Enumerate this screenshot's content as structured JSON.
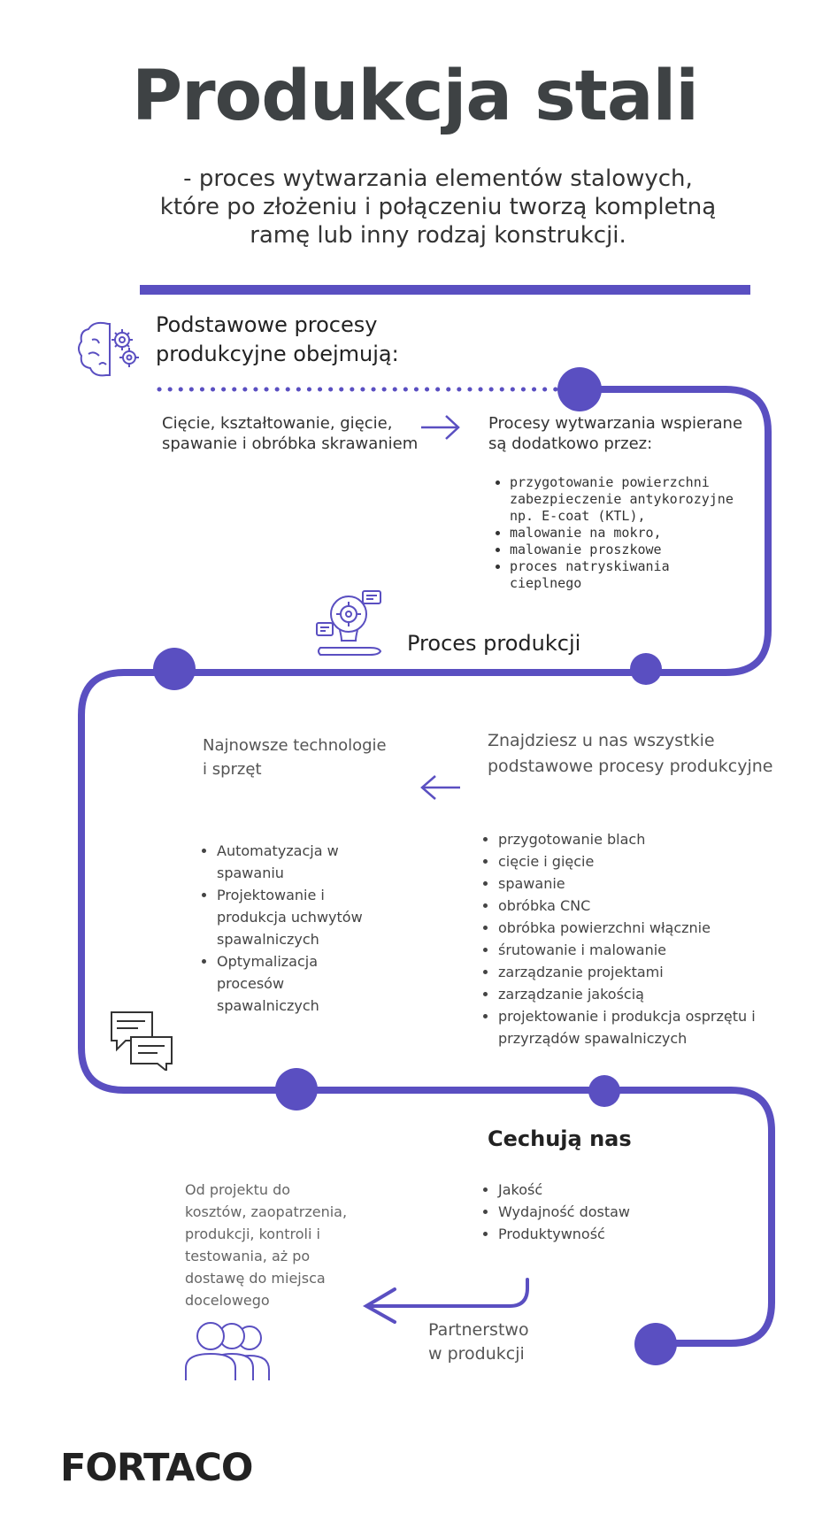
{
  "title": "Produkcja stali",
  "subtitle": {
    "line1": "- proces wytwarzania elementów stalowych,",
    "line2": "które po złożeniu i połączeniu tworzą kompletną",
    "line3": "ramę lub inny rodzaj konstrukcji."
  },
  "section1": {
    "heading_line1": "Podstawowe procesy",
    "heading_line2": "produkcyjne obejmują:",
    "left_line1": "Cięcie, kształtowanie, gięcie,",
    "left_line2": "spawanie i obróbka skrawaniem",
    "right_line1": "Procesy wytwarzania wspierane",
    "right_line2": "są dodatkowo przez:",
    "bullets": [
      "przygotowanie powierzchni zabezpieczenie antykorozyjne np. E-coat (KTL),",
      "malowanie na mokro,",
      "malowanie proszkowe",
      "proces natryskiwania cieplnego"
    ]
  },
  "section2": {
    "heading": "Proces produkcji",
    "left_line1": "Najnowsze technologie",
    "left_line2": "i sprzęt",
    "left_bullets": [
      "Automatyzacja w spawaniu",
      "Projektowanie i produkcja uchwytów spawalniczych",
      "Optymalizacja procesów spawalniczych"
    ],
    "right_line1": "Znajdziesz u nas wszystkie",
    "right_line2": "podstawowe procesy produkcyjne",
    "right_bullets": [
      "przygotowanie blach",
      "cięcie i gięcie",
      "spawanie",
      "obróbka CNC",
      "obróbka powierzchni włącznie",
      "śrutowanie i malowanie",
      "zarządzanie projektami",
      "zarządzanie jakością",
      "projektowanie i produkcja osprzętu i przyrządów spawalniczych"
    ]
  },
  "section3": {
    "heading": "Cechują nas",
    "bullets": [
      "Jakość",
      "Wydajność dostaw",
      "Produktywność"
    ],
    "left_text": "Od projektu do kosztów, zaopatrzenia, produkcji, kontroli i testowania, aż po dostawę do miejsca docelowego",
    "partner_line1": "Partnerstwo",
    "partner_line2": "w produkcji"
  },
  "logo": "FORTACO",
  "colors": {
    "accent": "#5a4fc1",
    "title": "#3e4244"
  },
  "icons": [
    "brain-gears-icon",
    "lightbulb-gear-icon",
    "chat-bubbles-icon",
    "people-group-icon",
    "arrow-right-icon",
    "arrow-left-icon",
    "curved-arrow-left-icon"
  ]
}
